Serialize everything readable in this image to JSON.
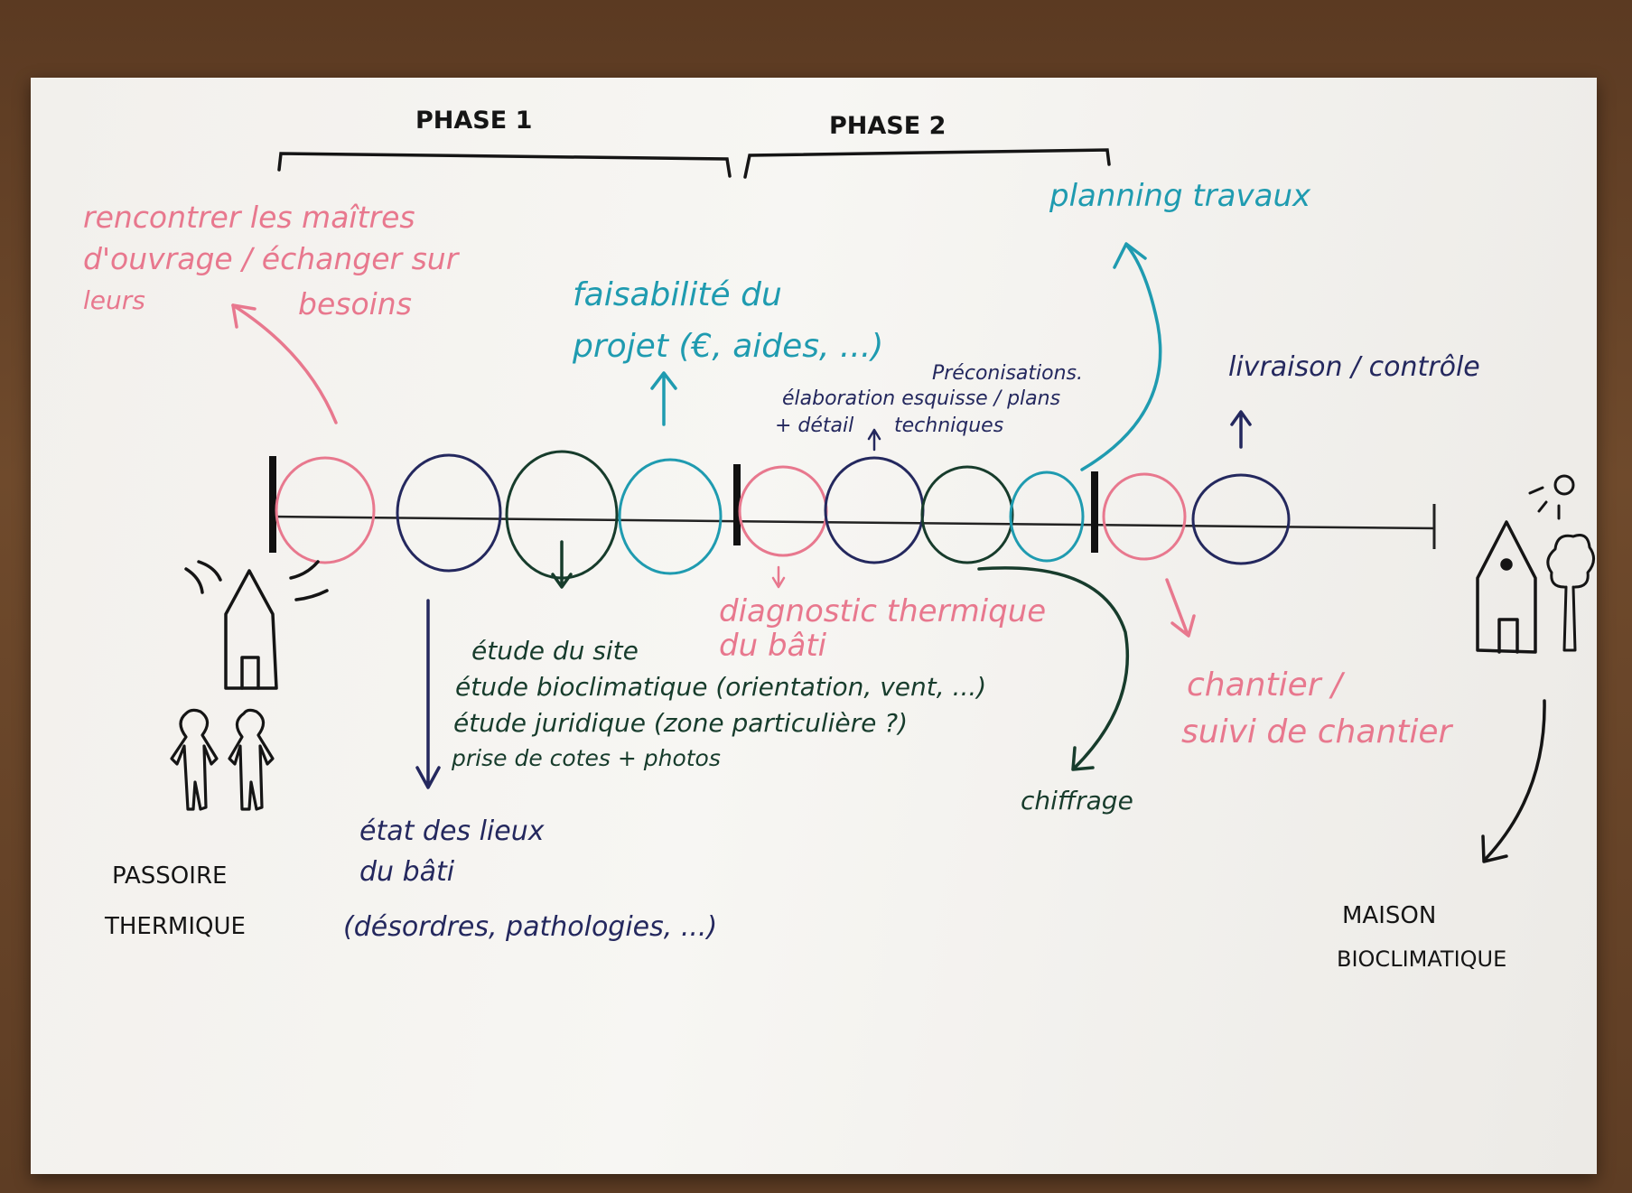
{
  "colors": {
    "pink": "#e8788e",
    "teal": "#1f9bb0",
    "navy": "#24285e",
    "green": "#173c2c",
    "black": "#151515"
  },
  "phases": {
    "phase1": "PHASE 1",
    "phase2": "PHASE 2"
  },
  "labels": {
    "rencontrer_l1": "rencontrer les maîtres",
    "rencontrer_l2": "d'ouvrage / échanger sur",
    "rencontrer_l3a": "leurs",
    "rencontrer_l3b": "besoins",
    "faisabilite_l1": "faisabilité du",
    "faisabilite_l2": "projet (€, aides, ...)",
    "preconisations": "Préconisations.",
    "elaboration_l1": "élaboration esquisse / plans",
    "elaboration_l2a": "+ détail",
    "elaboration_l2b": "techniques",
    "planning": "planning travaux",
    "livraison": "livraison / contrôle",
    "diagnostic_l1": "diagnostic thermique",
    "diagnostic_l2": "du bâti",
    "etude_l1": "étude du site",
    "etude_l2": "étude bioclimatique (orientation, vent, ...)",
    "etude_l3": "étude juridique (zone particulière ?)",
    "etude_l4": "prise de cotes + photos",
    "etat_l1": "état des lieux",
    "etat_l2": "du bâti",
    "etat_l3": "(désordres, pathologies, ...)",
    "chiffrage": "chiffrage",
    "chantier_l1": "chantier /",
    "chantier_l2": "suivi de chantier",
    "passoire_l1": "PASSOIRE",
    "passoire_l2": "THERMIQUE",
    "maison_l1": "MAISON",
    "maison_l2": "BIOCLIMATIQUE"
  },
  "icons": [
    "house-cold-icon",
    "people-icon",
    "house-sun-icon",
    "tree-icon",
    "sun-icon"
  ],
  "timeline_circles": [
    "pink",
    "navy",
    "green",
    "teal",
    "pink",
    "navy",
    "green",
    "teal",
    "pink",
    "navy"
  ]
}
